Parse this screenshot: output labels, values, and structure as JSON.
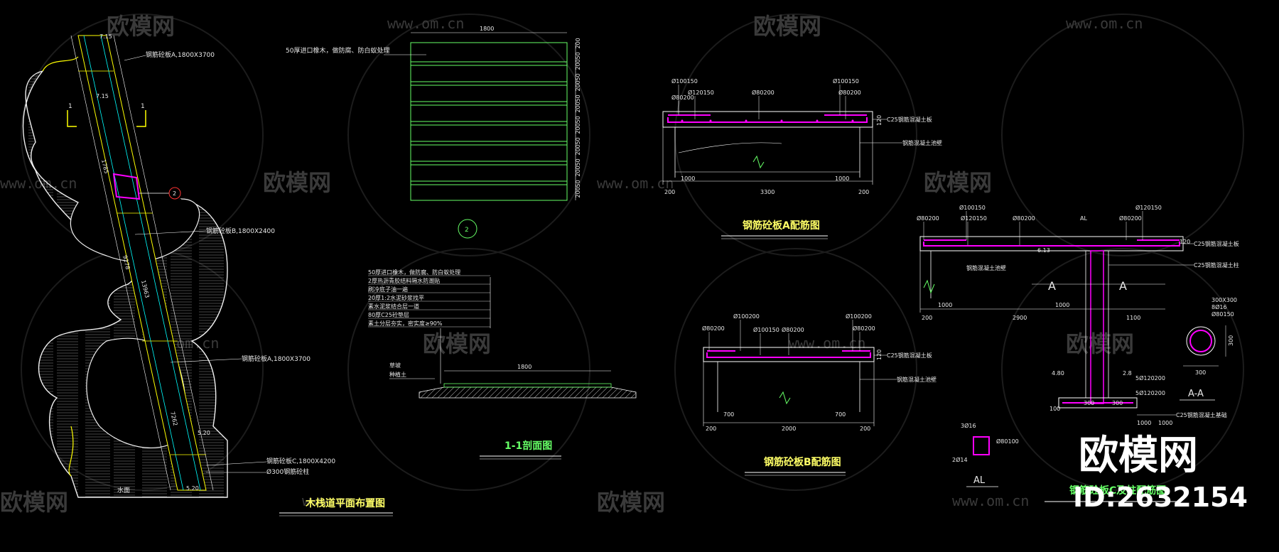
{
  "watermark": {
    "brand_cn": "欧模网",
    "site": "www.om.cn",
    "id_label": "ID:2632154"
  },
  "plan": {
    "title": "木栈道平面布置图",
    "labels": {
      "slab_a_top": "钢筋砼板A,1800X3700",
      "slab_b": "钢筋砼板B,1800X2400",
      "slab_a_mid": "钢筋砼板A,1800X3700",
      "slab_c": "钢筋砼板C,1800X4200",
      "column": "Ø300钢筋砼柱",
      "water": "水面"
    },
    "dims": [
      "7.15",
      "7.15",
      "1785",
      "9278",
      "13963",
      "7262",
      "5.20",
      "5.20"
    ],
    "section_mark": "1",
    "detail_no": "2"
  },
  "deck": {
    "note": "50厚进口橡木，做防腐、防白蚁处理",
    "top_dim": "1800",
    "plank_dims": [
      "200",
      "50",
      "200",
      "50",
      "200",
      "50",
      "200",
      "50",
      "200",
      "50",
      "200",
      "50",
      "200",
      "50",
      "200"
    ],
    "detail_no": "2"
  },
  "section": {
    "title": "1-1剖面图",
    "layers": [
      "50厚进口橡木，做防腐、防白蚁处理",
      "2厚热沥青胶结料隔水防潮贴",
      "刷冷底子油一遍",
      "20厚1:2水泥砂浆找平",
      "素水泥浆结合层一道",
      "80厚C25砼垫层",
      "素土分层夯实，密实度≥90%"
    ],
    "side_labels": [
      "草坡",
      "种植土"
    ],
    "width_dim": "1800"
  },
  "slab_a": {
    "title": "钢筋砼板A配筋图",
    "rebar": [
      "Ø100150",
      "Ø120150",
      "Ø80200",
      "Ø80200",
      "Ø100150",
      "Ø80200"
    ],
    "notes": [
      "C25钢筋混凝土板",
      "钢筋混凝土池壁"
    ],
    "thickness": "120",
    "dims": [
      "1000",
      "1000",
      "200",
      "3300",
      "200"
    ]
  },
  "slab_b": {
    "title": "钢筋砼板B配筋图",
    "rebar": [
      "Ø100200",
      "Ø80200",
      "Ø100150",
      "Ø80200",
      "Ø100200",
      "Ø80200"
    ],
    "notes": [
      "C25钢筋混凝土板",
      "钢筋混凝土池壁"
    ],
    "thickness": "120",
    "dims": [
      "700",
      "700",
      "200",
      "2000",
      "200"
    ]
  },
  "slab_c": {
    "title": "钢筋砼板C及柱配筋图",
    "rebar": [
      "Ø100150",
      "Ø120150",
      "Ø80200",
      "Ø80200",
      "Ø120150",
      "Ø80200"
    ],
    "notes": [
      "C25钢筋混凝土板",
      "C25钢筋混凝土柱",
      "钢筋混凝土池壁",
      "C25钢筋混凝土基础"
    ],
    "marks": [
      "6.13",
      "AL",
      "A",
      "A",
      "4.80",
      "2.8"
    ],
    "dims": [
      "1000",
      "1000",
      "200",
      "2900",
      "1100",
      "120",
      "300",
      "300",
      "100",
      "1000",
      "1000"
    ],
    "base_rebar": [
      "5Ø120200",
      "5Ø120200"
    ],
    "section_aa": {
      "title": "A-A",
      "rebar": [
        "300X300",
        "8Ø16",
        "Ø80150"
      ],
      "dims": [
        "300",
        "300"
      ]
    },
    "al_detail": {
      "title": "AL",
      "rebar": [
        "3Ø16",
        "Ø80100",
        "2Ø14"
      ]
    }
  }
}
